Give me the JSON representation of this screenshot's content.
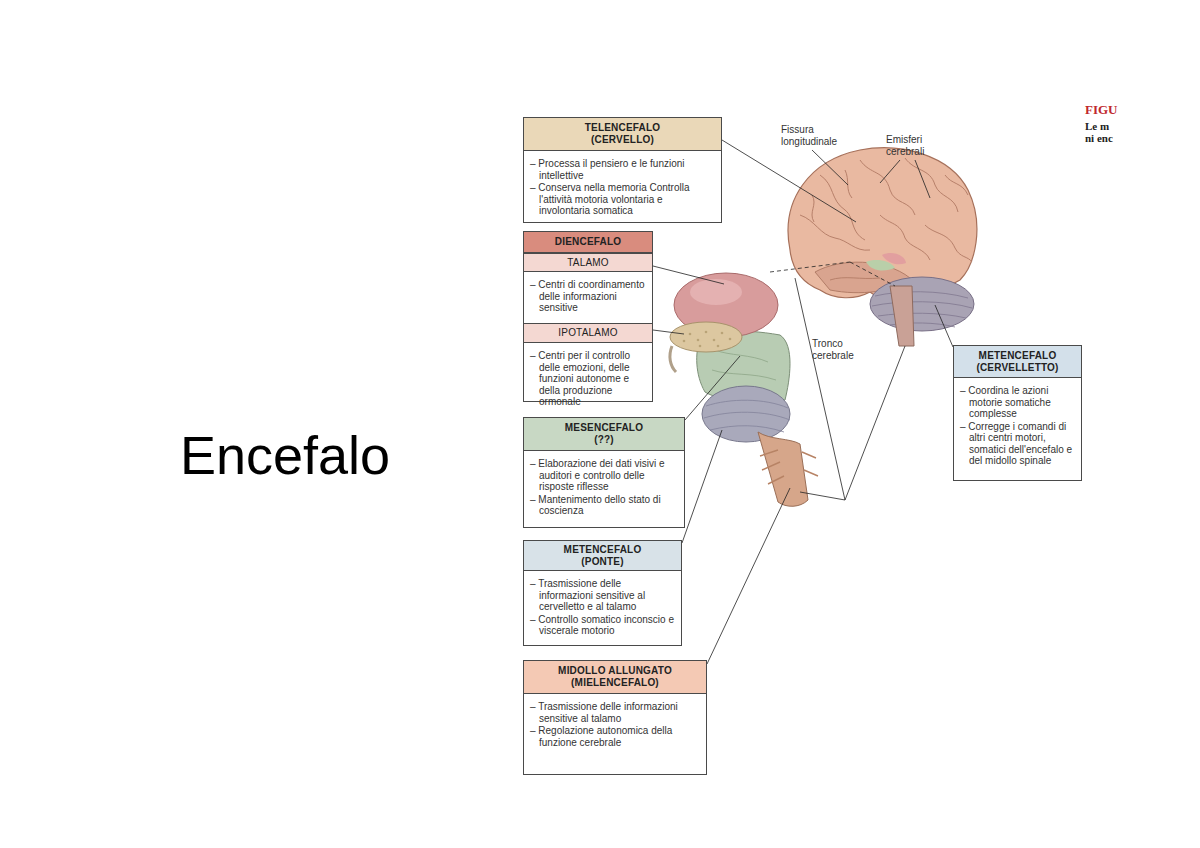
{
  "diagram": {
    "title": "Encefalo",
    "nodes": [
      {
        "text": [
          "TELENCEFALO (CERVELLO)",
          "– Processa il pensiero e le funzioni intellettive",
          "– Conserva nella memoria Controlla l'attività motoria volontaria e involontaria somatica"
        ]
      },
      {
        "text": [
          "DIENCEFALO"
        ]
      },
      {
        "text": [
          "TALAMO",
          "– Centri di coordinamento delle informazioni sensitive"
        ],
        "in": 1
      },
      {
        "text": [
          "IPOTALAMO",
          "– Centri per il controllo delle emozioni, delle funzioni autonome e della produzione ormonale"
        ],
        "in": 1
      },
      {
        "text": [
          "MESENCEFALO (??)",
          "– Elaborazione dei dati visivi e auditori e controllo delle risposte riflesse",
          "– Mantenimento dello stato di coscienza"
        ]
      },
      {
        "text": [
          "METENCEFALO (PONTE)",
          "– Trasmissione delle informazioni sensitive al cervelletto e al talamo",
          "– Controllo somatico inconscio e viscerale motorio"
        ]
      },
      {
        "text": [
          "MIDOLLO ALLUNGATO (MIELENCEFALO)",
          "– Trasmissione delle informazioni sensitive al talamo",
          "– Regolazione autonomica della funzione cerebrale"
        ]
      },
      {
        "text": [
          "METENCEFALO (CERVELLETTO)",
          "– Coordina le azioni motorie somatiche complesse",
          "– Corregge i comandi di altri centri motori, somatici dell'encefalo e del midollo spinale"
        ]
      }
    ],
    "labels": [
      "Fissura longitudinale",
      "Emisferi cerebrali",
      "Tronco cerebrale",
      "FIGU",
      "Le m",
      "ni enc"
    ]
  }
}
